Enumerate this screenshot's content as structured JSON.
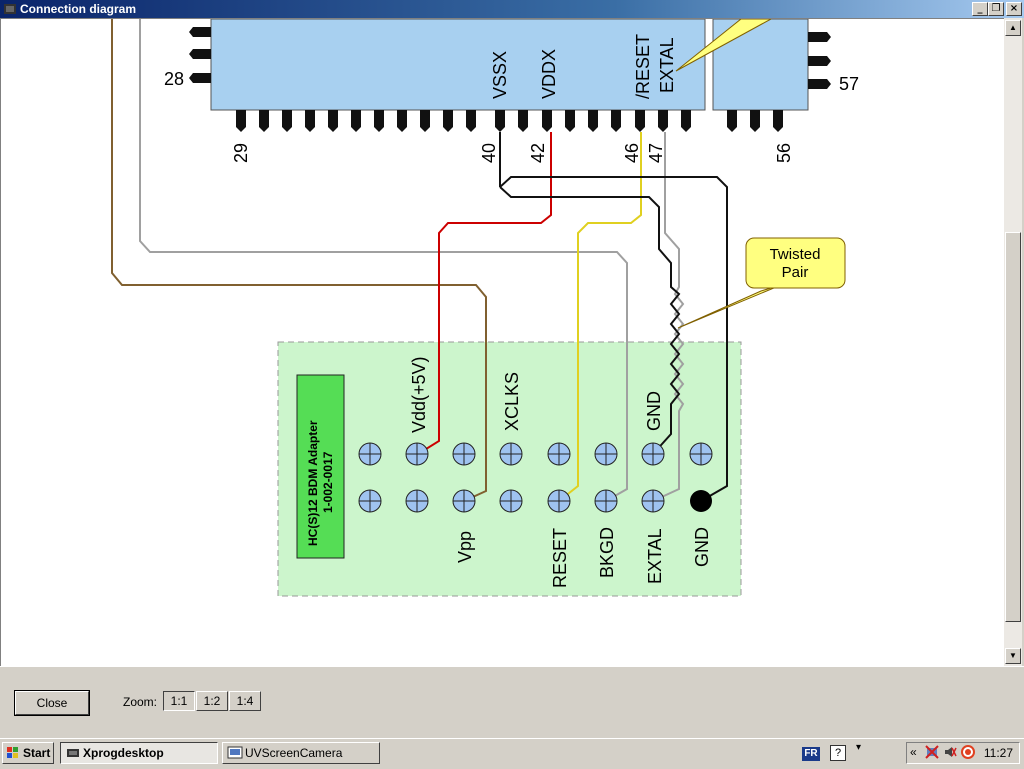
{
  "window": {
    "title": "Connection diagram",
    "min_glyph": "_",
    "max_glyph": "❐",
    "close_glyph": "×"
  },
  "diagram": {
    "pin_labels_top": {
      "p28": "28",
      "p57": "57",
      "p29": "29",
      "p40": "40",
      "p42": "42",
      "p46": "46",
      "p47": "47",
      "p56": "56"
    },
    "chip_signals": {
      "vssx": "VSSX",
      "vddx": "VDDX",
      "reset": "/RESET",
      "extal": "EXTAL"
    },
    "callout": {
      "line1": "Twisted",
      "line2": "Pair"
    },
    "adapter": {
      "name_line1": "HC(S)12 BDM Adapter",
      "name_line2": "1-002-0017",
      "top_labels": {
        "vdd": "Vdd(+5V)",
        "xclks": "XCLKS",
        "gnd": "GND"
      },
      "bottom_labels": {
        "vpp": "Vpp",
        "reset": "RESET",
        "bkgd": "BKGD",
        "extal": "EXTAL",
        "gnd": "GND"
      }
    },
    "colors": {
      "chip": "#a8d0f0",
      "adapter_bg": "#ccf5cc",
      "adapter_label_bg": "#55dd55",
      "callout_bg": "#ffff80",
      "red_wire": "#cc0000",
      "yellow_wire": "#e0d020",
      "gray_wire": "#a0a0a0",
      "brown_wire": "#806030"
    }
  },
  "controls": {
    "close_label": "Close",
    "zoom_label": "Zoom:",
    "zoom_options": [
      "1:1",
      "1:2",
      "1:4"
    ]
  },
  "taskbar": {
    "start_label": "Start",
    "items": [
      "Xprogdesktop",
      "UVScreenCamera"
    ],
    "lang": "FR",
    "tray_expand": "«",
    "clock": "11:27"
  }
}
